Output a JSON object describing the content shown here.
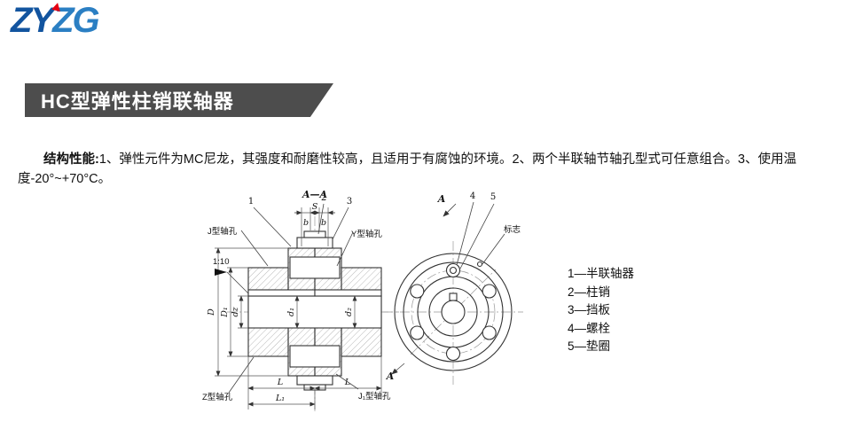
{
  "logo": {
    "zy": "ZY",
    "zg": "ZG"
  },
  "banner": {
    "title": "HC型弹性柱销联轴器"
  },
  "intro": {
    "label": "结构性能:",
    "text": "1、弹性元件为MC尼龙，其强度和耐磨性较高，且适用于有腐蚀的环境。2、两个半联轴节轴孔型式可任意组合。3、使用温度-20°~+70°C。"
  },
  "drawing": {
    "section_title": "A—A",
    "callouts": {
      "c1": "1",
      "c2": "2",
      "c3": "3",
      "c4": "4",
      "c5": "5"
    },
    "labels": {
      "j_hole": "J型轴孔",
      "y_hole": "Y型轴孔",
      "z_hole": "Z型轴孔",
      "j1_hole": "J₁型轴孔",
      "taper": "1:10",
      "mark": "标志",
      "view": "A"
    },
    "dims": {
      "D": "D",
      "D1": "D₁",
      "dz": "dz",
      "d1": "d₁",
      "d2": "d₂",
      "S": "S",
      "b_left": "b",
      "b_right": "b",
      "L_left": "L",
      "L_right": "L",
      "L1": "L₁"
    }
  },
  "legend": {
    "items": [
      "1—半联轴器",
      "2—柱销",
      "3—挡板",
      "4—螺栓",
      "5—垫圈"
    ]
  },
  "colors": {
    "banner_bg": "#4d4d4d",
    "logo_blue_dark": "#12549f",
    "logo_blue_light": "#2b7fc3",
    "accent_red": "#e60012"
  }
}
